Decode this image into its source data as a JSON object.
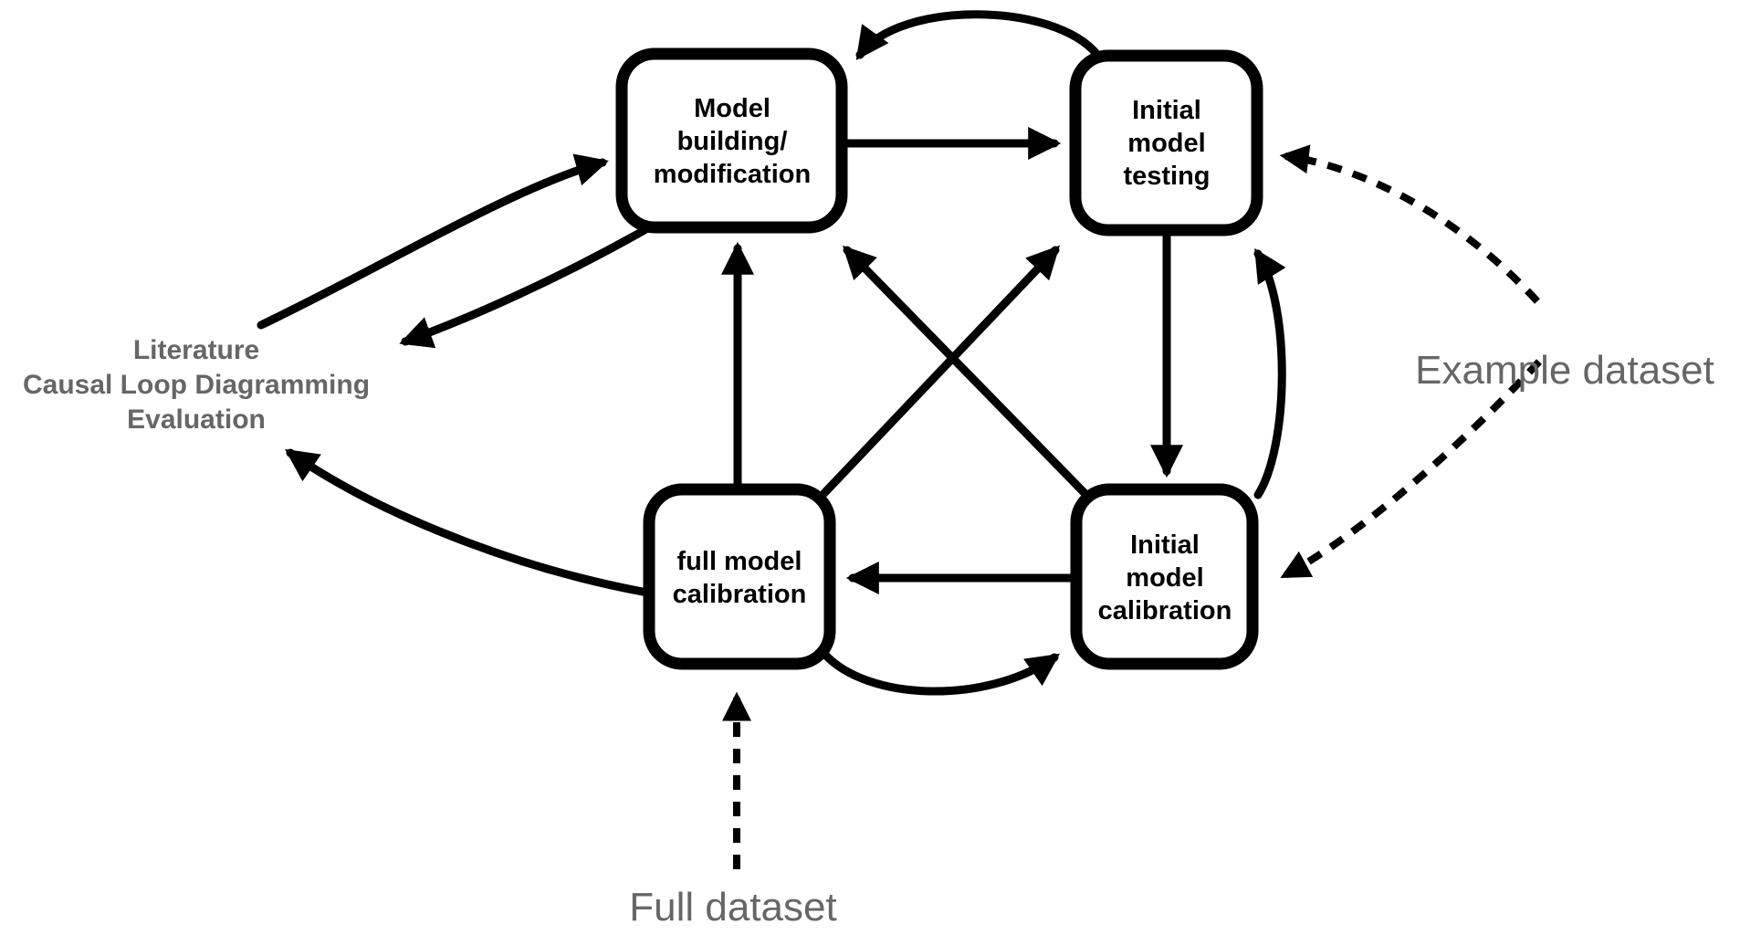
{
  "figure": {
    "background": "#ffffff",
    "colors": {
      "node_border": "#000000",
      "node_text": "#000000",
      "arrow": "#000000",
      "label_text": "#666666"
    },
    "nodes": [
      {
        "id": "model-building",
        "lines": [
          "Model",
          "building/",
          "modification"
        ]
      },
      {
        "id": "initial-model-testing",
        "lines": [
          "Initial",
          "model",
          "testing"
        ]
      },
      {
        "id": "full-model-calibration",
        "lines": [
          "full model",
          "calibration"
        ]
      },
      {
        "id": "initial-model-calibration",
        "lines": [
          "Initial",
          "model",
          "calibration"
        ]
      }
    ],
    "side_labels": {
      "literature": {
        "lines": [
          "Literature",
          "Causal Loop Diagramming",
          "Evaluation"
        ]
      },
      "example_dataset": "Example dataset",
      "full_dataset": "Full dataset"
    },
    "edges": [
      {
        "from": "model-building",
        "to": "initial-model-testing",
        "style": "solid"
      },
      {
        "from": "initial-model-testing",
        "to": "model-building",
        "style": "solid-arc-top"
      },
      {
        "from": "full-model-calibration",
        "to": "model-building",
        "style": "solid"
      },
      {
        "from": "initial-model-testing",
        "to": "initial-model-calibration",
        "style": "solid"
      },
      {
        "from": "full-model-calibration",
        "to": "initial-model-testing",
        "style": "solid-diagonal"
      },
      {
        "from": "initial-model-calibration",
        "to": "model-building",
        "style": "solid-diagonal"
      },
      {
        "from": "initial-model-calibration",
        "to": "full-model-calibration",
        "style": "solid"
      },
      {
        "from": "full-model-calibration",
        "to": "initial-model-calibration",
        "style": "solid-arc-bottom"
      },
      {
        "from": "initial-model-calibration",
        "to": "initial-model-testing",
        "style": "solid-arc-right"
      },
      {
        "from": "literature-label",
        "to": "model-building",
        "style": "solid-curve"
      },
      {
        "from": "model-building",
        "to": "literature-label",
        "style": "solid-curve"
      },
      {
        "from": "full-model-calibration",
        "to": "literature-label",
        "style": "solid-curve"
      },
      {
        "from": "example-dataset-label",
        "to": "initial-model-testing",
        "style": "dashed-curve"
      },
      {
        "from": "example-dataset-label",
        "to": "initial-model-calibration",
        "style": "dashed-curve"
      },
      {
        "from": "full-dataset-label",
        "to": "full-model-calibration",
        "style": "dashed"
      }
    ]
  }
}
